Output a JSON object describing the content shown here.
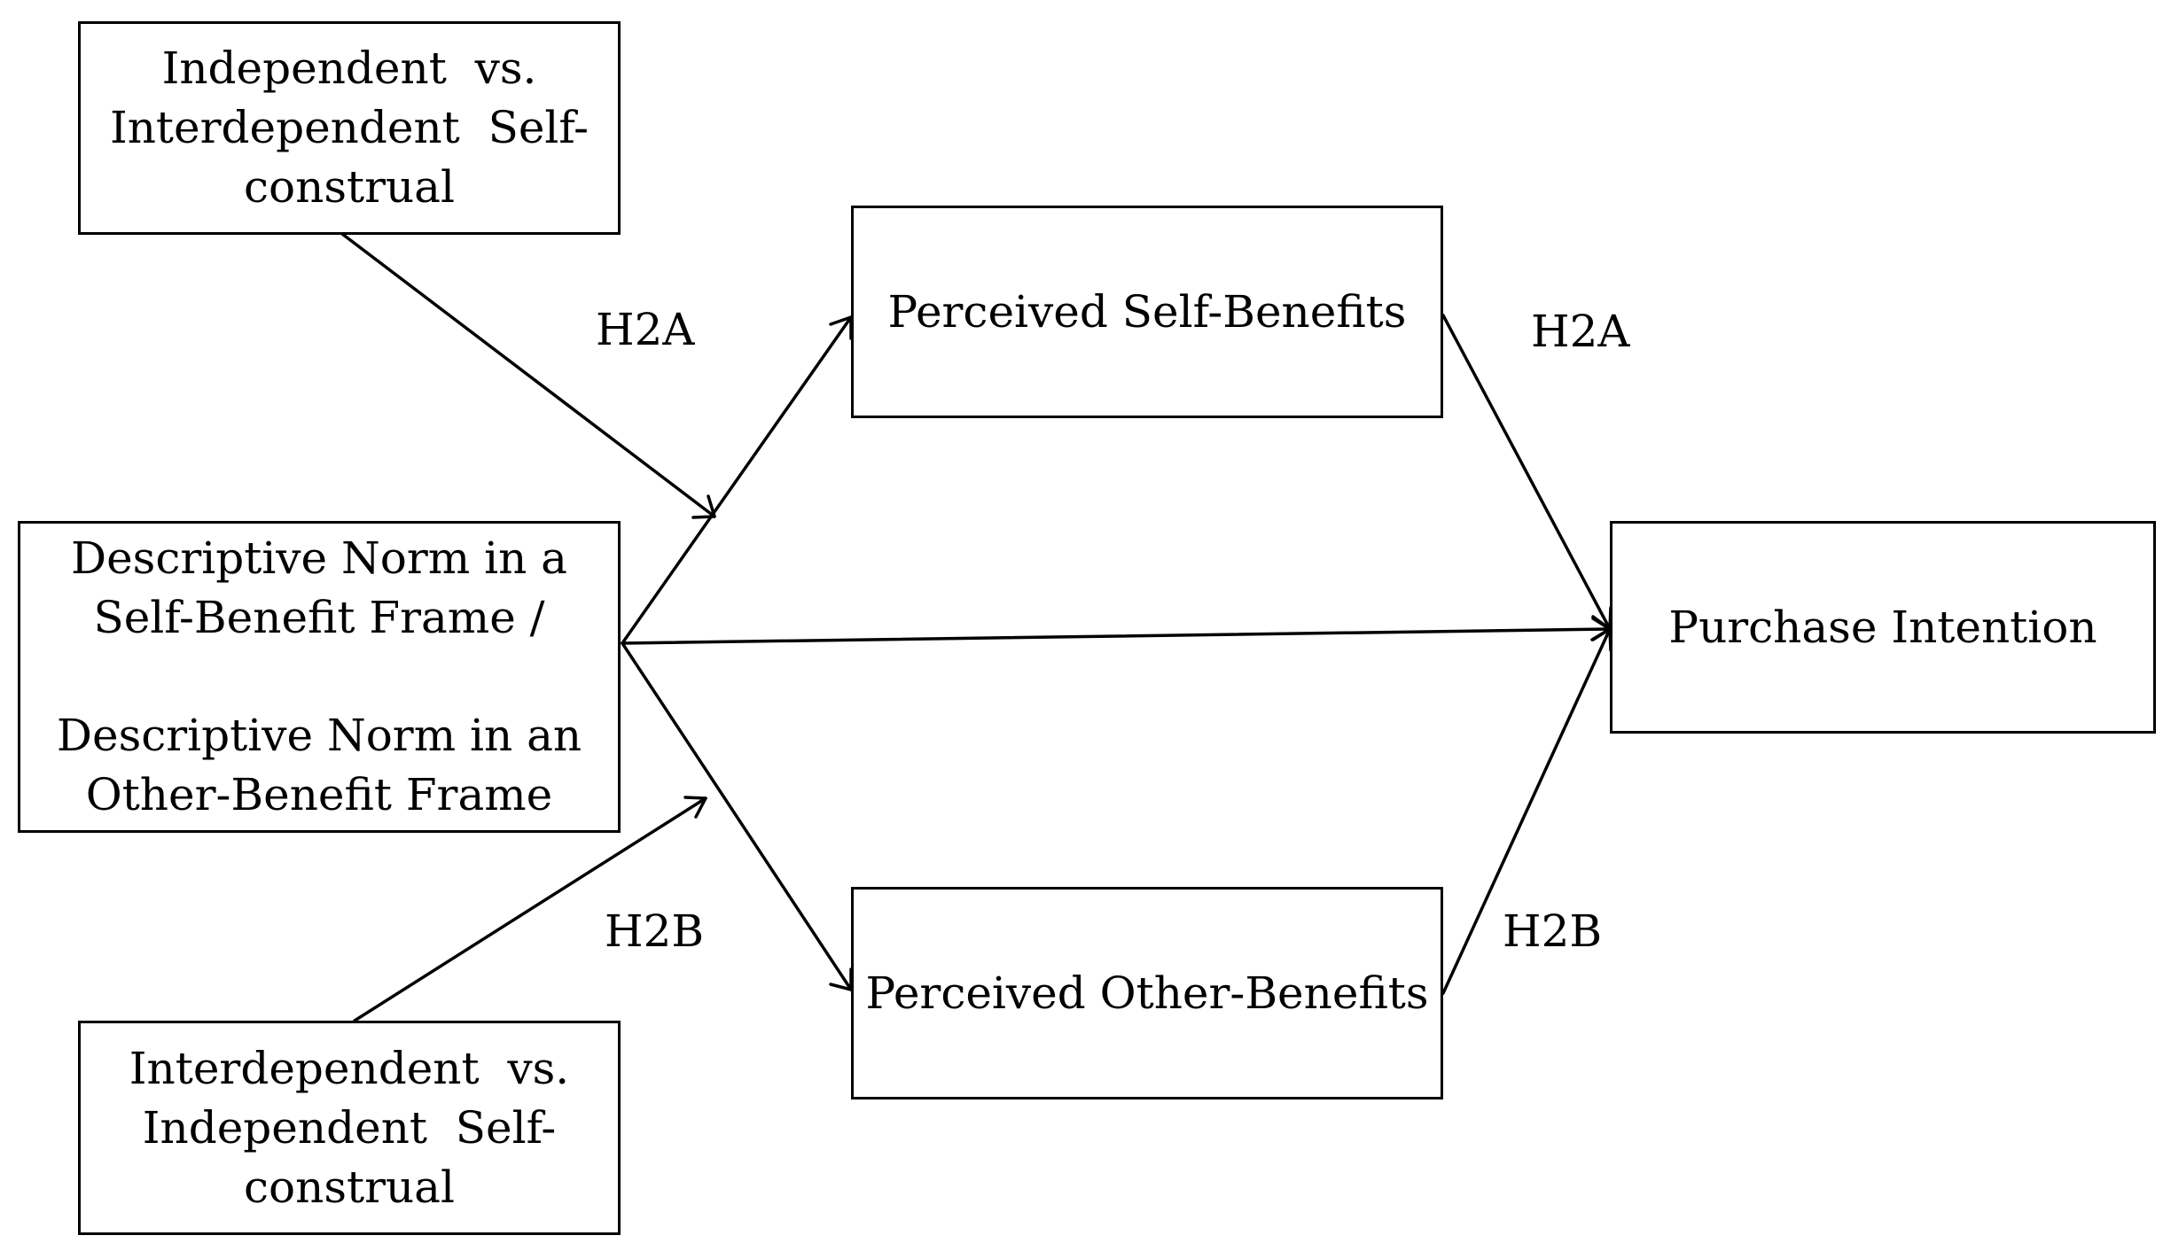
{
  "nodes": {
    "moderator_top": [
      "Independent  vs.",
      "Interdependent  Self-",
      "construal"
    ],
    "predictor": {
      "line1": "Descriptive Norm in a",
      "line2": "Self-Benefit Frame /",
      "line3": "Descriptive Norm in an",
      "line4": "Other-Benefit Frame"
    },
    "moderator_bottom": [
      "Interdependent  vs.",
      "Independent  Self-",
      "construal"
    ],
    "mediator_self": "Perceived Self-Benefits",
    "mediator_other": "Perceived Other-Benefits",
    "outcome": "Purchase Intention"
  },
  "hypothesis_labels": {
    "moderation_top": "H2A",
    "self_path": "H2A",
    "moderation_bottom": "H2B",
    "other_path": "H2B"
  }
}
